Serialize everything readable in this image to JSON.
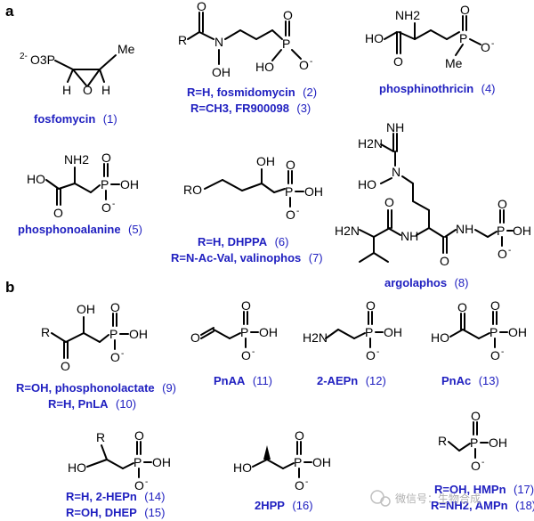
{
  "panels": {
    "a": "a",
    "b": "b"
  },
  "atoms": {
    "P": "P",
    "O": "O",
    "OH": "OH",
    "HO": "HO",
    "Me": "Me",
    "H": "H",
    "N": "N",
    "H2N": "H2N",
    "NH2": "NH2",
    "NH": "NH",
    "R": "R",
    "RO": "RO",
    "minus": "-",
    "charge2": "2-",
    "o3": "O3P",
    "H_N": "H"
  },
  "captions": {
    "c1": {
      "text": "fosfomycin",
      "num": "(1)"
    },
    "c2": {
      "text": "R=H, fosmidomycin",
      "num": "(2)"
    },
    "c3": {
      "text": "R=CH3, FR900098",
      "num": "(3)"
    },
    "c4": {
      "text": "phosphinothricin",
      "num": "(4)"
    },
    "c5": {
      "text": "phosphonoalanine",
      "num": "(5)"
    },
    "c6": {
      "text": "R=H, DHPPA",
      "num": "(6)"
    },
    "c7": {
      "text": "R=N-Ac-Val, valinophos",
      "num": "(7)"
    },
    "c8": {
      "text": "argolaphos",
      "num": "(8)"
    },
    "c9": {
      "text": "R=OH, phosphonolactate",
      "num": "(9)"
    },
    "c10": {
      "text": "R=H, PnLA",
      "num": "(10)"
    },
    "c11": {
      "text": "PnAA",
      "num": "(11)"
    },
    "c12": {
      "text": "2-AEPn",
      "num": "(12)"
    },
    "c13": {
      "text": "PnAc",
      "num": "(13)"
    },
    "c14": {
      "text": "R=H, 2-HEPn",
      "num": "(14)"
    },
    "c15": {
      "text": "R=OH, DHEP",
      "num": "(15)"
    },
    "c16": {
      "text": "2HPP",
      "num": "(16)"
    },
    "c17": {
      "text": "R=OH, HMPn",
      "num": "(17)"
    },
    "c18": {
      "text": "R=NH2, AMPn",
      "num": "(18)"
    }
  },
  "watermark": "微信号：生物合成"
}
